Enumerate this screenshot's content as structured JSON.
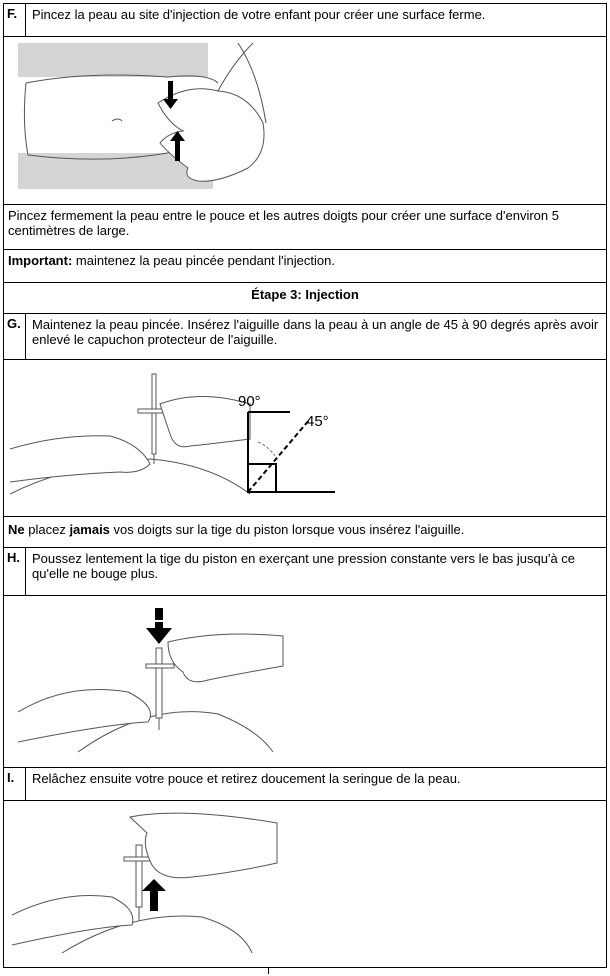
{
  "steps": {
    "F": {
      "letter": "F.",
      "text": "Pincez la peau au site d'injection de votre enfant pour créer une surface ferme."
    },
    "G": {
      "letter": "G.",
      "text": "Maintenez la peau pincée. Insérez l'aiguille dans la peau à un angle de 45 à 90 degrés après avoir enlevé le capuchon protecteur de l'aiguille."
    },
    "H": {
      "letter": "H.",
      "text": "Poussez lentement la tige du piston en exerçant une pression constante vers le bas jusqu'à ce qu'elle ne bouge plus."
    },
    "I": {
      "letter": "I.",
      "text": "Relâchez ensuite votre pouce et retirez doucement la seringue de la peau."
    }
  },
  "notes": {
    "pinch_firmly": "Pincez fermement la peau entre le pouce et les autres doigts pour créer une surface d'environ 5 centimètres de large.",
    "important_label": "Important:",
    "important_text": " maintenez la peau pincée pendant l'injection.",
    "never_ne": "Ne",
    "never_mid": " placez ",
    "never_jamais": "jamais",
    "never_rest": " vos doigts sur la tige du piston lorsque vous insérez l'aiguille."
  },
  "section_header": "Étape 3: Injection",
  "angle_labels": {
    "deg90": "90°",
    "deg45": "45°"
  },
  "colors": {
    "border": "#000000",
    "skin_outline": "#555555",
    "shirt": "#d4d4d4"
  }
}
